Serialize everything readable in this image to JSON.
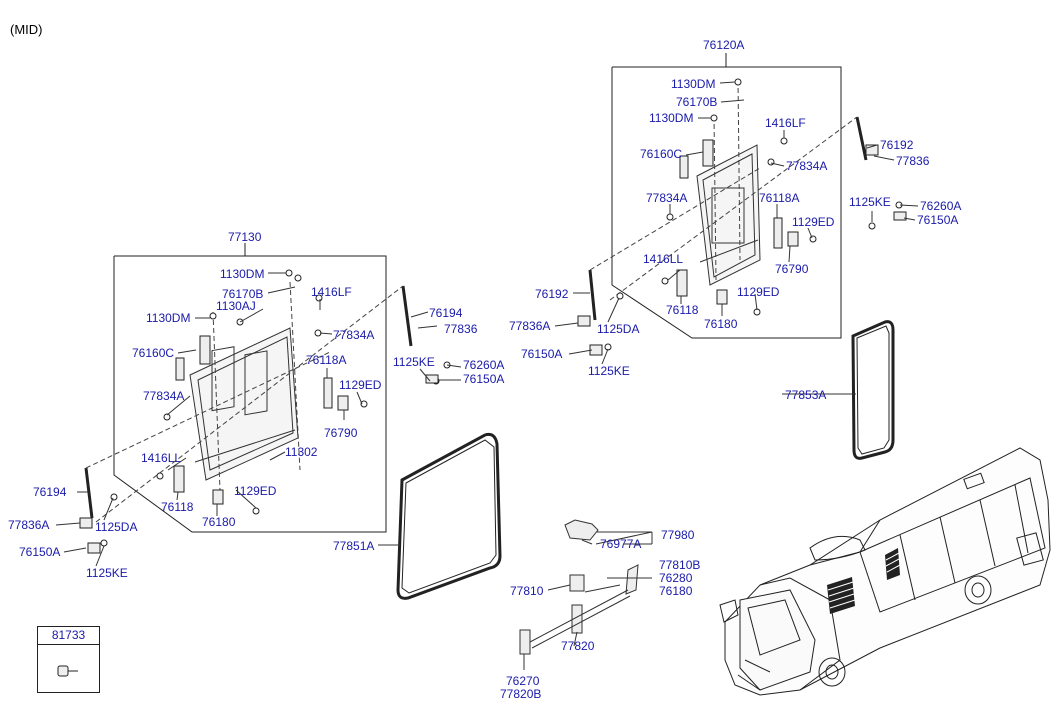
{
  "header": {
    "variant": "(MID)"
  },
  "groups": {
    "front_door": "77130",
    "rear_door": "76120A"
  },
  "front_door_parts": [
    "1130DM",
    "76170B",
    "1130AJ",
    "1416LF",
    "1130DM",
    "77834A",
    "76160C",
    "76118A",
    "1129ED",
    "77834A",
    "76790",
    "11302",
    "1416LL",
    "1129ED",
    "76118",
    "76180",
    "76194",
    "77836A",
    "1125DA",
    "76150A",
    "1125KE"
  ],
  "front_side_parts": [
    "76194",
    "77836",
    "1125KE",
    "76260A",
    "76150A"
  ],
  "rear_door_parts": [
    "1130DM",
    "76170B",
    "1130DM",
    "1416LF",
    "76160C",
    "77834A",
    "77834A",
    "76118A",
    "1129ED",
    "76790",
    "1416LL",
    "1129ED",
    "76118",
    "76180",
    "76192",
    "77836A",
    "1125DA",
    "76150A",
    "1125KE"
  ],
  "rear_side_parts": [
    "76192",
    "77836",
    "1125KE",
    "76260A",
    "76150A"
  ],
  "seals": {
    "front_seal": "77851A",
    "rear_seal": "77853A"
  },
  "latch_parts": [
    "77980",
    "76977A",
    "77810B",
    "76280",
    "76180",
    "77810",
    "77820",
    "76270",
    "77820B"
  ],
  "legend_box": {
    "code": "81733"
  },
  "colors": {
    "label": "#1a1aaa",
    "line": "#222222"
  }
}
